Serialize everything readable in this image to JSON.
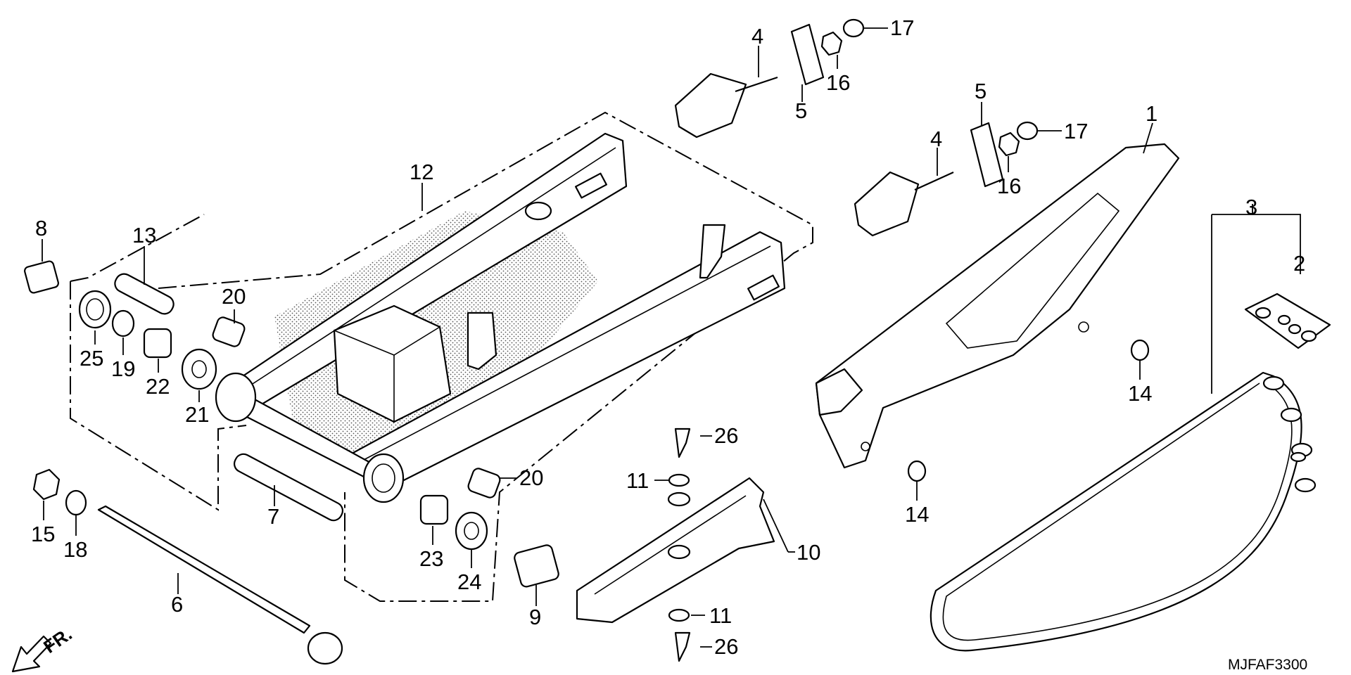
{
  "diagram_code": "MJFAF3300",
  "front_indicator": "FR.",
  "callouts": [
    {
      "id": "c1",
      "label": "1"
    },
    {
      "id": "c2",
      "label": "2"
    },
    {
      "id": "c3",
      "label": "3"
    },
    {
      "id": "c4a",
      "label": "4"
    },
    {
      "id": "c4b",
      "label": "4"
    },
    {
      "id": "c5a",
      "label": "5"
    },
    {
      "id": "c5b",
      "label": "5"
    },
    {
      "id": "c6",
      "label": "6"
    },
    {
      "id": "c7",
      "label": "7"
    },
    {
      "id": "c8",
      "label": "8"
    },
    {
      "id": "c9",
      "label": "9"
    },
    {
      "id": "c10",
      "label": "10"
    },
    {
      "id": "c11a",
      "label": "11"
    },
    {
      "id": "c11b",
      "label": "11"
    },
    {
      "id": "c12",
      "label": "12"
    },
    {
      "id": "c13",
      "label": "13"
    },
    {
      "id": "c14a",
      "label": "14"
    },
    {
      "id": "c14b",
      "label": "14"
    },
    {
      "id": "c15",
      "label": "15"
    },
    {
      "id": "c16a",
      "label": "16"
    },
    {
      "id": "c16b",
      "label": "16"
    },
    {
      "id": "c17a",
      "label": "17"
    },
    {
      "id": "c17b",
      "label": "17"
    },
    {
      "id": "c18",
      "label": "18"
    },
    {
      "id": "c19",
      "label": "19"
    },
    {
      "id": "c20a",
      "label": "20"
    },
    {
      "id": "c20b",
      "label": "20"
    },
    {
      "id": "c21",
      "label": "21"
    },
    {
      "id": "c22",
      "label": "22"
    },
    {
      "id": "c23",
      "label": "23"
    },
    {
      "id": "c24",
      "label": "24"
    },
    {
      "id": "c25",
      "label": "25"
    },
    {
      "id": "c26a",
      "label": "26"
    },
    {
      "id": "c26b",
      "label": "26"
    }
  ]
}
